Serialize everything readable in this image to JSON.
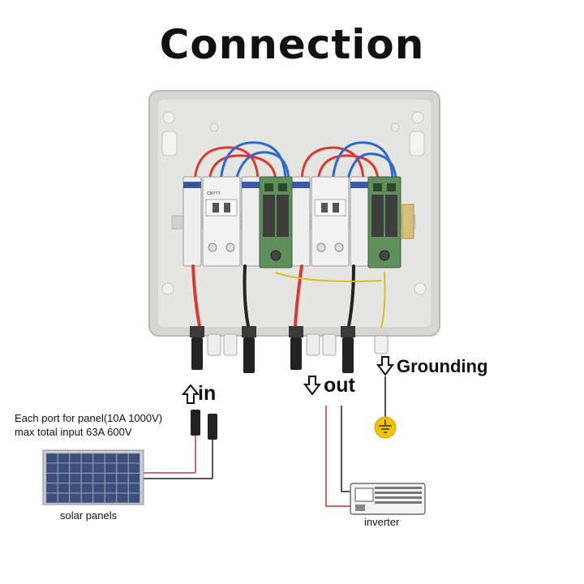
{
  "title": "Connection",
  "labels": {
    "in": "in",
    "out": "out",
    "grounding": "Grounding"
  },
  "notes": {
    "line1": "Each port for panel(10A 1000V)",
    "line2": "max total input 63A 600V"
  },
  "captions": {
    "solar": "solar panels",
    "inverter": "inverter"
  },
  "breaker_brand": "CNYTT",
  "colors": {
    "enclosure": "#d9dad6",
    "enclosure_inner": "#e6e7e3",
    "breaker": "#eeeeee",
    "spd_green": "#5f8f5a",
    "wire_red": "#d93a36",
    "wire_blue": "#2f69c9",
    "wire_black": "#222222",
    "wire_yellow": "#d6c21e",
    "ground_symbol": "#f2c200",
    "panel_blue": "#3c4f7a"
  },
  "icons": {
    "up_arrow": "up-arrow-icon",
    "down_arrow": "down-arrow-icon",
    "ground": "ground-symbol-icon"
  }
}
